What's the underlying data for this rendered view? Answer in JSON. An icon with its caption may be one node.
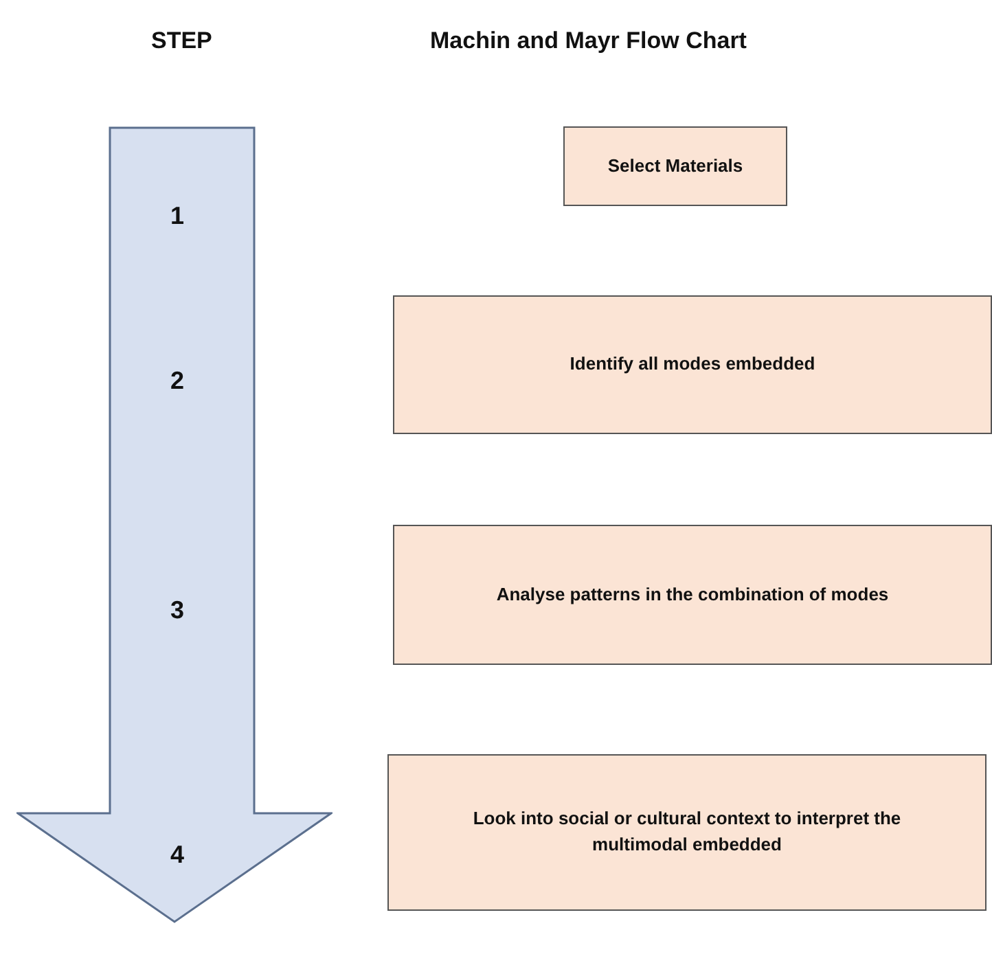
{
  "diagram": {
    "title": "Machin and Mayr Flow Chart",
    "nodes": [
      {
        "text": [
          "1",
          "2",
          "3",
          "4"
        ]
      },
      {
        "text": [
          "Select Materials"
        ]
      },
      {
        "text": [
          "Identify all modes embedded"
        ]
      },
      {
        "text": [
          "Analyse patterns in the combination of modes"
        ]
      },
      {
        "text": [
          "Look into social or cultural context to interpret the multimodal embedded"
        ]
      }
    ],
    "edges": [],
    "labels": [
      "STEP"
    ]
  }
}
